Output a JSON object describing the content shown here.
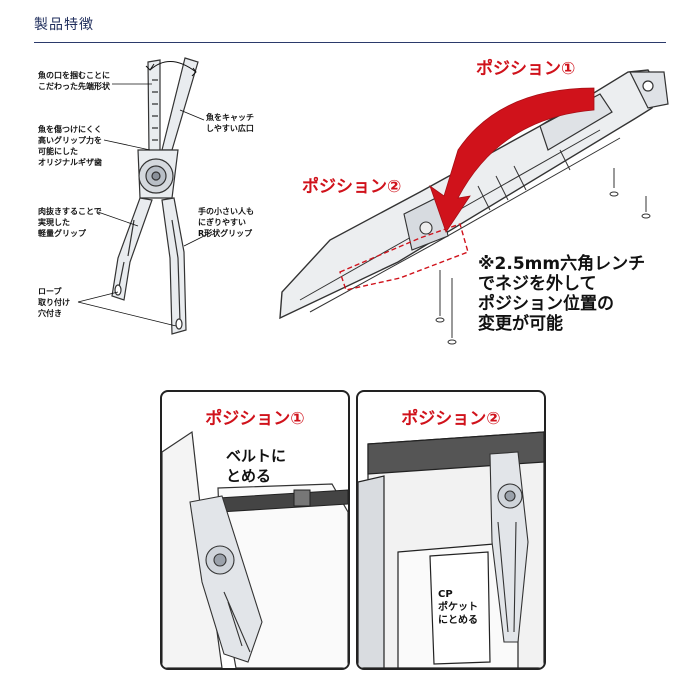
{
  "header": {
    "title": "製品特徴"
  },
  "plier_callouts": {
    "tip": "魚の口を掴むことに\nこだわった先端形状",
    "mouth": "魚をキャッチ\nしやすい広口",
    "teeth": "魚を傷つけにくく\n高いグリップ力を\n可能にした\nオリジナルギザ歯",
    "grip_light": "肉抜きすることで\n実現した\n軽量グリップ",
    "grip_r": "手の小さい人も\nにぎりやすい\nR形状グリップ",
    "rope": "ロープ\n取り付け\n穴付き"
  },
  "holster": {
    "position1": "ポジション①",
    "position2": "ポジション②",
    "note": "※2.5mm六角レンチ\nでネジを外して\nポジション位置の\n変更が可能"
  },
  "panels": {
    "left": {
      "title": "ポジション①",
      "speech": "ベルトに\nとめる"
    },
    "right": {
      "title": "ポジション②",
      "speech": "CP\nポケット\nにとめる"
    }
  },
  "colors": {
    "accent_red": "#d0121b",
    "header_blue": "#1f2d5c"
  }
}
